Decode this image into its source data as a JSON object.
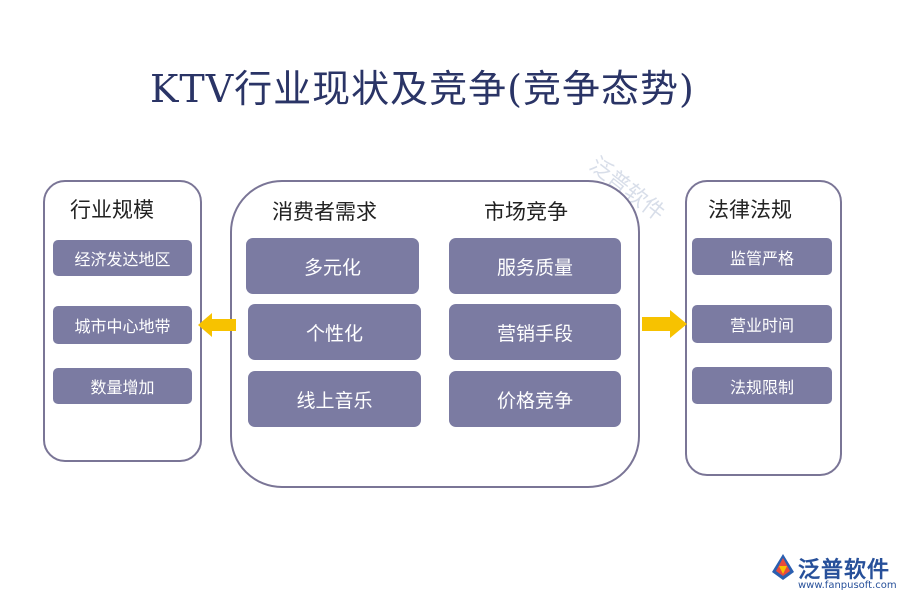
{
  "title": "KTV行业现状及竞争(竞争态势)",
  "left": {
    "heading": "行业规模",
    "items": [
      "经济发达地区",
      "城市中心地带",
      "数量增加"
    ]
  },
  "middle": {
    "heading_left": "消费者需求",
    "heading_right": "市场竞争",
    "consumer_items": [
      "多元化",
      "个性化",
      "线上音乐"
    ],
    "market_items": [
      "服务质量",
      "营销手段",
      "价格竞争"
    ]
  },
  "right": {
    "heading": "法律法规",
    "items": [
      "监管严格",
      "营业时间",
      "法规限制"
    ]
  },
  "watermark": {
    "text": "泛普软件"
  },
  "logo": {
    "name": "泛普软件",
    "url": "www.fanpusoft.com"
  },
  "colors": {
    "box": "#7b7ba2",
    "arrow": "#f7c200",
    "border": "#7a7596",
    "title": "#2a3466"
  },
  "icons": {
    "arrow_left": "left-arrow-icon",
    "arrow_right": "right-arrow-icon",
    "logo": "fanpu-logo-icon"
  }
}
